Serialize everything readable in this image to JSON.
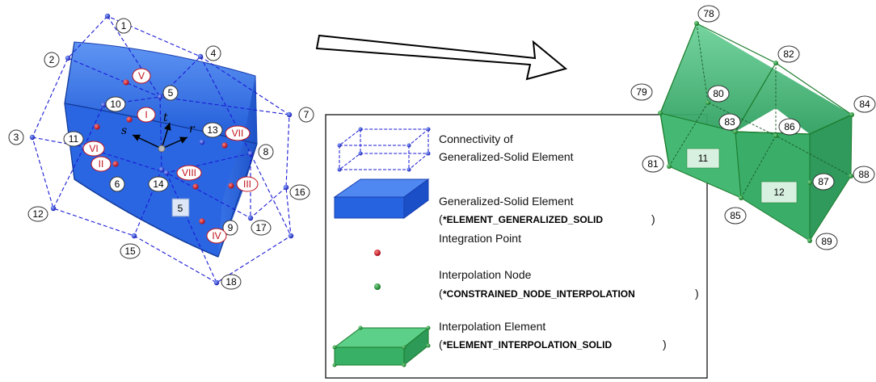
{
  "left_element": {
    "node_labels": [
      "1",
      "2",
      "3",
      "4",
      "5",
      "6",
      "7",
      "8",
      "9",
      "10",
      "11",
      "12",
      "13",
      "14",
      "15",
      "16",
      "17",
      "18"
    ],
    "integration_labels": [
      "I",
      "II",
      "III",
      "IV",
      "V",
      "VI",
      "VII",
      "VIII"
    ],
    "center_label": "5",
    "axes": [
      "s",
      "t",
      "r"
    ]
  },
  "right_element": {
    "node_labels": [
      "78",
      "79",
      "80",
      "81",
      "82",
      "83",
      "84",
      "85",
      "86",
      "87",
      "88",
      "89"
    ],
    "element_labels": [
      "11",
      "12"
    ]
  },
  "legend": {
    "items": [
      {
        "line1": "Connectivity of",
        "line2": "Generalized-Solid Element",
        "keyword": ""
      },
      {
        "line1": "Generalized-Solid Element",
        "line2": "",
        "keyword": "*ELEMENT_GENERALIZED_SOLID"
      },
      {
        "line1": "Integration Point",
        "line2": "",
        "keyword": ""
      },
      {
        "line1": "Interpolation Node",
        "line2": "",
        "keyword": "*CONSTRAINED_NODE_INTERPOLATION"
      },
      {
        "line1": "Interpolation Element",
        "line2": "",
        "keyword": "*ELEMENT_INTERPOLATION_SOLID"
      }
    ]
  },
  "colors": {
    "solid_blue": "#2f6fe8",
    "dash_blue": "#1a1ad6",
    "integration_red": "#c0101a",
    "interp_green": "#3cb36b",
    "node_green": "#1a7a2a"
  }
}
